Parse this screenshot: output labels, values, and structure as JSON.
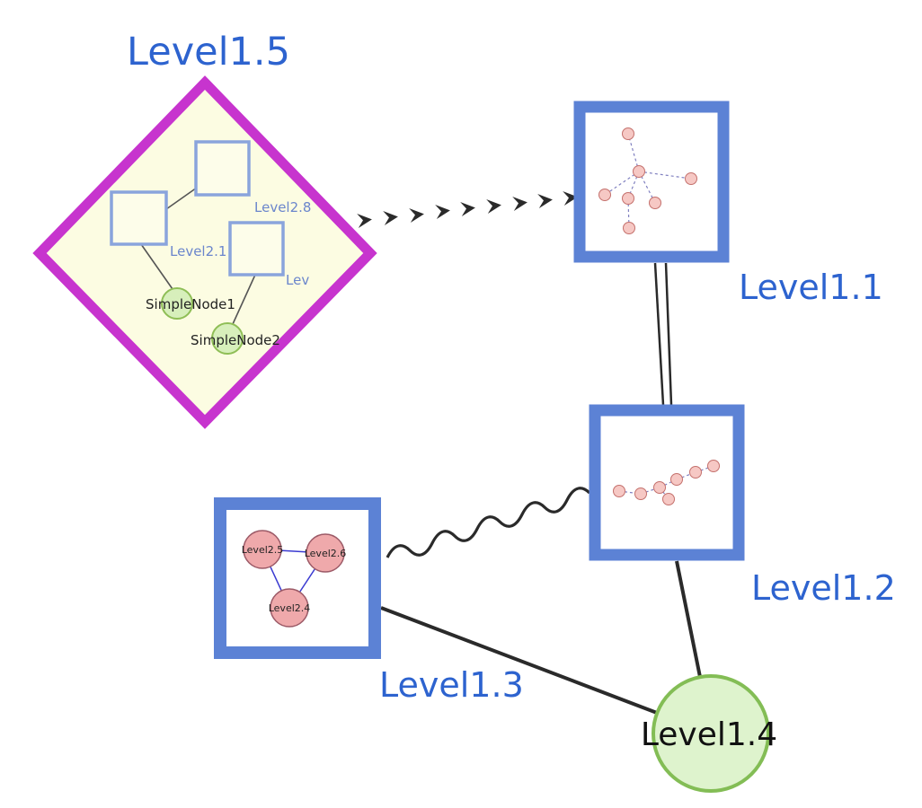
{
  "diagram_type": "nested-graph",
  "nodes": {
    "level15": {
      "label": "Level1.5",
      "shape": "diamond-group",
      "border": "#c734ce",
      "fill": "#fcfce2"
    },
    "level11": {
      "label": "Level1.1",
      "shape": "square-group",
      "border": "#5c82d5",
      "fill": "#ffffff"
    },
    "level12": {
      "label": "Level1.2",
      "shape": "square-group",
      "border": "#5c82d5",
      "fill": "#ffffff"
    },
    "level13": {
      "label": "Level1.3",
      "shape": "square-group",
      "border": "#5c82d5",
      "fill": "#ffffff"
    },
    "level14": {
      "label": "Level1.4",
      "shape": "circle",
      "border": "#83bd55",
      "fill": "#def3cd"
    },
    "level28": {
      "label": "Level2.8",
      "shape": "square",
      "parent": "Level1.5"
    },
    "level21": {
      "label": "Level2.1",
      "shape": "square",
      "parent": "Level1.5"
    },
    "lev": {
      "label": "Lev",
      "shape": "square",
      "parent": "Level1.5"
    },
    "simple1": {
      "label": "SimpleNode1",
      "shape": "circle",
      "parent": "Level1.5"
    },
    "simple2": {
      "label": "SimpleNode2",
      "shape": "circle",
      "parent": "Level1.5"
    },
    "level25": {
      "label": "Level2.5",
      "shape": "circle",
      "parent": "Level1.3"
    },
    "level26": {
      "label": "Level2.6",
      "shape": "circle",
      "parent": "Level1.3"
    },
    "level24": {
      "label": "Level2.4",
      "shape": "circle",
      "parent": "Level1.3"
    }
  },
  "edges": [
    {
      "from": "Level1.5",
      "to": "Level1.1",
      "style": "thick-dashed-arrow"
    },
    {
      "from": "Level1.1",
      "to": "Level1.2",
      "style": "double-line"
    },
    {
      "from": "Level1.3",
      "to": "Level1.2",
      "style": "wavy"
    },
    {
      "from": "Level1.3",
      "to": "Level1.4",
      "style": "solid"
    },
    {
      "from": "Level1.2",
      "to": "Level1.4",
      "style": "solid"
    },
    {
      "from": "Level2.1",
      "to": "Level2.8",
      "style": "thin"
    },
    {
      "from": "Level2.1",
      "to": "SimpleNode1",
      "style": "thin"
    },
    {
      "from": "Lev",
      "to": "SimpleNode2",
      "style": "thin"
    },
    {
      "from": "Level2.5",
      "to": "Level2.6",
      "style": "thin-blue"
    },
    {
      "from": "Level2.5",
      "to": "Level2.4",
      "style": "thin-blue"
    },
    {
      "from": "Level2.6",
      "to": "Level2.4",
      "style": "thin-blue"
    }
  ],
  "colors": {
    "label_blue": "#2d63cf",
    "inner_label_blue": "#6b86cc",
    "edge_black": "#2a2a2a",
    "group_magenta": "#c734ce",
    "group_blue": "#5c82d5",
    "pink_node": "#f6c8c4",
    "pink_node_large": "#efa9ab",
    "green_node": "#d7efbb",
    "group_fill_yellow": "#fcfce2"
  }
}
